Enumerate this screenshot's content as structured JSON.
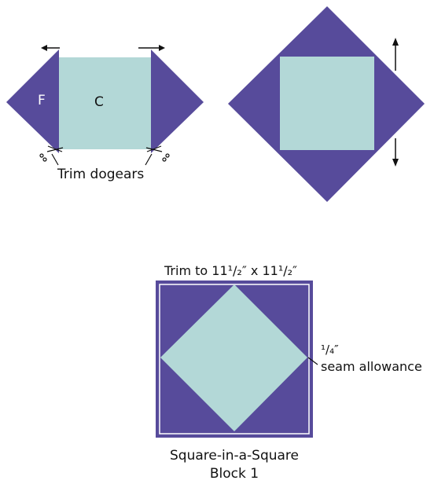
{
  "colors": {
    "purple": "#574b9b",
    "aqua": "#b3d8d7",
    "ink": "#111111",
    "white": "#ffffff"
  },
  "step1": {
    "left_label": "F",
    "center_label": "C",
    "trim_label": "Trim dogears",
    "icons": [
      "arrow-left-icon",
      "arrow-right-icon",
      "scissors-icon",
      "scissors-icon"
    ]
  },
  "step2": {
    "icons": [
      "arrow-up-icon",
      "arrow-down-icon"
    ]
  },
  "block": {
    "trim_label": "Trim to 11¹/₂″ x 11¹/₂″",
    "seam_label_fraction": "¹/₄″",
    "seam_label_text": "seam allowance",
    "caption_line1": "Square-in-a-Square",
    "caption_line2": "Block 1"
  }
}
